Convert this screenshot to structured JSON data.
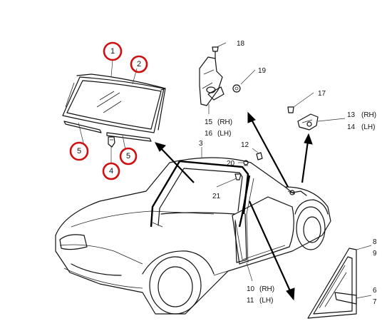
{
  "diagram": {
    "highlighted_refs": [
      "1",
      "2",
      "4",
      "5",
      "5"
    ],
    "callouts": {
      "c3": "3",
      "c8": "8",
      "c9": "9",
      "c6": "6",
      "c7": "7",
      "c12": "12",
      "c17": "17",
      "c18": "18",
      "c19": "19",
      "c20": "20",
      "c21": "21",
      "c10": "10",
      "c10_side": "(RH)",
      "c11": "11",
      "c11_side": "(LH)",
      "c13": "13",
      "c13_side": "(RH)",
      "c14": "14",
      "c14_side": "(LH)",
      "c15": "15",
      "c15_side": "(RH)",
      "c16": "16",
      "c16_side": "(LH)"
    },
    "colors": {
      "highlight": "#d01010",
      "line": "#111111",
      "background": "#ffffff"
    }
  }
}
